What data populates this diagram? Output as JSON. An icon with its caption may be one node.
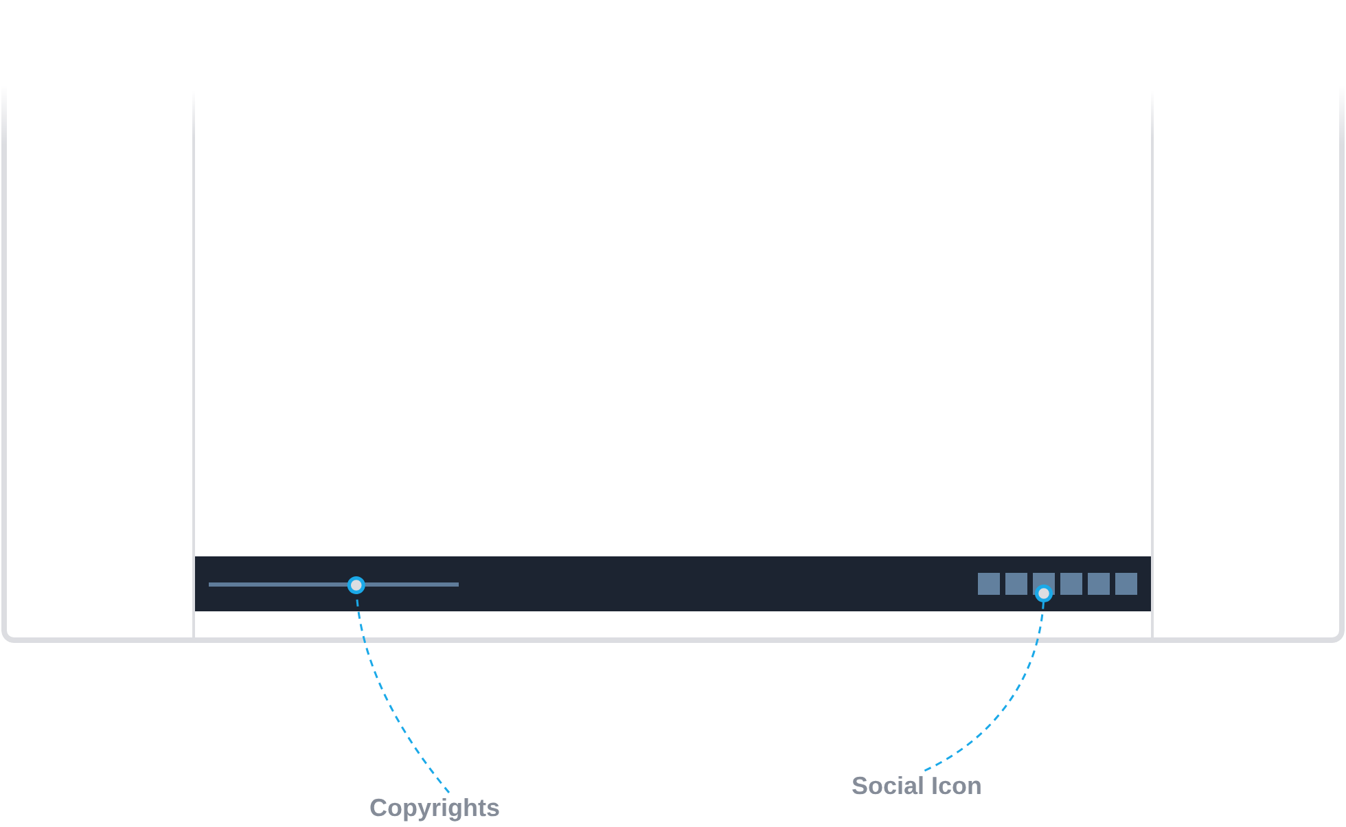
{
  "diagram": {
    "nodes": [
      {
        "text": [
          "Copyrights"
        ]
      },
      {
        "text": [],
        "shape": "bar"
      },
      {
        "text": [
          "Social Icon"
        ]
      },
      {
        "text": [],
        "shape": "box"
      }
    ],
    "edges": [
      {
        "from": 0,
        "to": 1,
        "arrow": "other",
        "style": "dashed"
      },
      {
        "from": 2,
        "to": 3,
        "arrow": "other",
        "style": "dashed"
      }
    ]
  }
}
